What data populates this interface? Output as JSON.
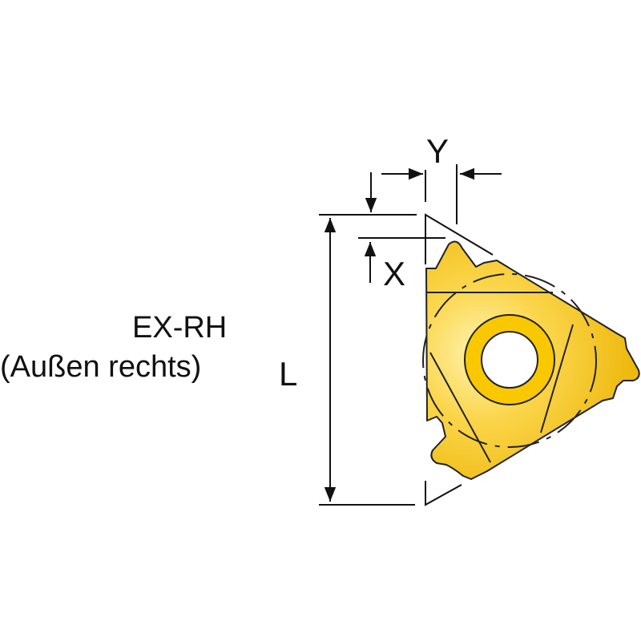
{
  "labels": {
    "type": "EX-RH",
    "description": "(Außen rechts)",
    "dim_L": "L",
    "dim_X": "X",
    "dim_Y": "Y"
  },
  "colors": {
    "insert_fill": "#F5C518",
    "insert_highlight": "#FFE88A",
    "hole_ring": "#F9C800",
    "line": "#111111"
  }
}
